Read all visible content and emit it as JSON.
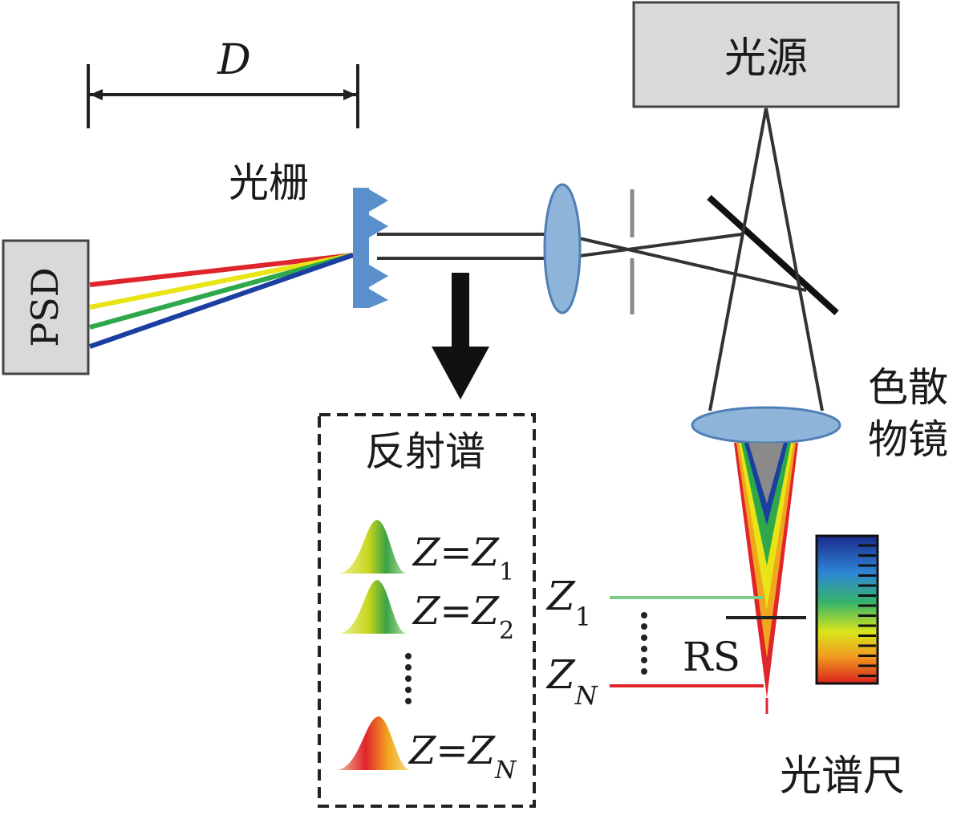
{
  "labels": {
    "light_source": "光源",
    "grating": "光栅",
    "psd": "PSD",
    "distance": "D",
    "dispersive_objective_line1": "色散",
    "dispersive_objective_line2": "物镜",
    "reflection_spectrum": "反射谱",
    "spectral_ruler": "光谱尺",
    "rs": "RS"
  },
  "spectra": [
    {
      "z": "Z",
      "eq": "=",
      "zsym": "Z",
      "sub": "1"
    },
    {
      "z": "Z",
      "eq": "=",
      "zsym": "Z",
      "sub": "2"
    },
    {
      "z": "Z",
      "eq": "=",
      "zsym": "Z",
      "sub": "N"
    }
  ],
  "depth_marks": [
    {
      "sym": "Z",
      "sub": "1"
    },
    {
      "sym": "Z",
      "sub": "N"
    }
  ],
  "colors": {
    "red": "#e0242b",
    "yellow": "#e8e416",
    "green": "#2ea84a",
    "blue": "#1b3fa0",
    "lens": "#8fb4d9",
    "grating": "#5b8fcb",
    "box_fill": "#d9d9d9"
  }
}
